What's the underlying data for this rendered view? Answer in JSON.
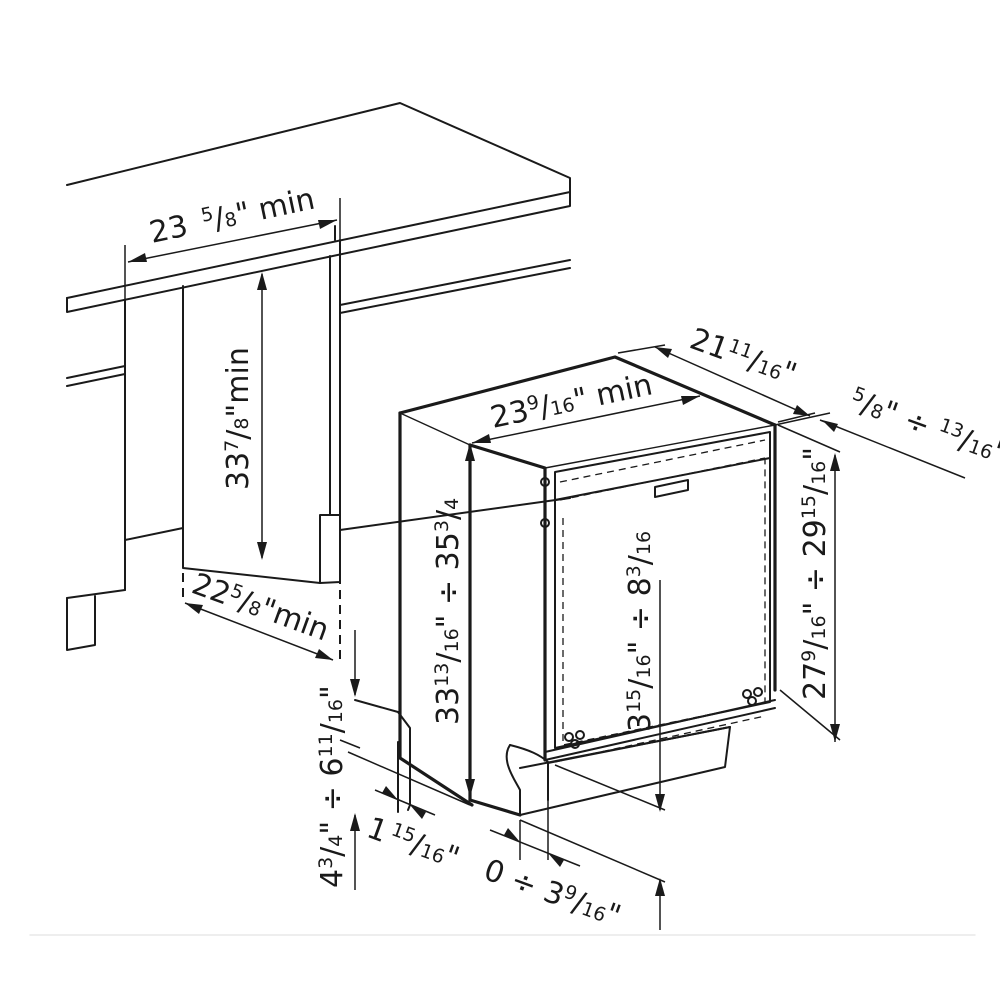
{
  "diagram": {
    "labels": {
      "niche_width": {
        "whole": "23",
        "num": "5",
        "den": "8",
        "unit": "\" min"
      },
      "niche_height": {
        "whole": "33",
        "num": "7",
        "den": "8",
        "unit": "\"min"
      },
      "niche_depth": {
        "whole": "22",
        "num": "5",
        "den": "8",
        "unit": "\"min"
      },
      "appliance_width": {
        "whole": "23",
        "num": "9",
        "den": "16",
        "unit": "\" min"
      },
      "appliance_depth": {
        "whole": "21",
        "num": "11",
        "den": "16",
        "unit": "\""
      },
      "top_gap": {
        "num1": "5",
        "den1": "8",
        "sep": "\" ÷ ",
        "num2": "13",
        "den2": "16",
        "unit": "\""
      },
      "appliance_height": {
        "w1": "33",
        "n1": "13",
        "d1": "16",
        "sep": "\" ÷ ",
        "w2": "35",
        "n2": "3",
        "d2": "4"
      },
      "door_height": {
        "w1": "27",
        "n1": "9",
        "d1": "16",
        "sep": "\" ÷ ",
        "w2": "29",
        "n2": "15",
        "d2": "16",
        "unit": "\""
      },
      "plinth_height": {
        "w1": "3",
        "n1": "15",
        "d1": "16",
        "sep": "\" ÷ ",
        "w2": "8",
        "n2": "3",
        "d2": "16"
      },
      "toe_kick_height": {
        "w1": "4",
        "n1": "3",
        "d1": "4",
        "sep": "\" ÷ ",
        "w2": "6",
        "n2": "11",
        "d2": "16",
        "unit": "\""
      },
      "toe_kick_depth": {
        "whole": "1",
        "num": "15",
        "den": "16",
        "unit": "\""
      },
      "plinth_offset": {
        "prefix": "0 ÷ ",
        "whole": "3",
        "num": "9",
        "den": "16",
        "unit": "\""
      }
    }
  }
}
